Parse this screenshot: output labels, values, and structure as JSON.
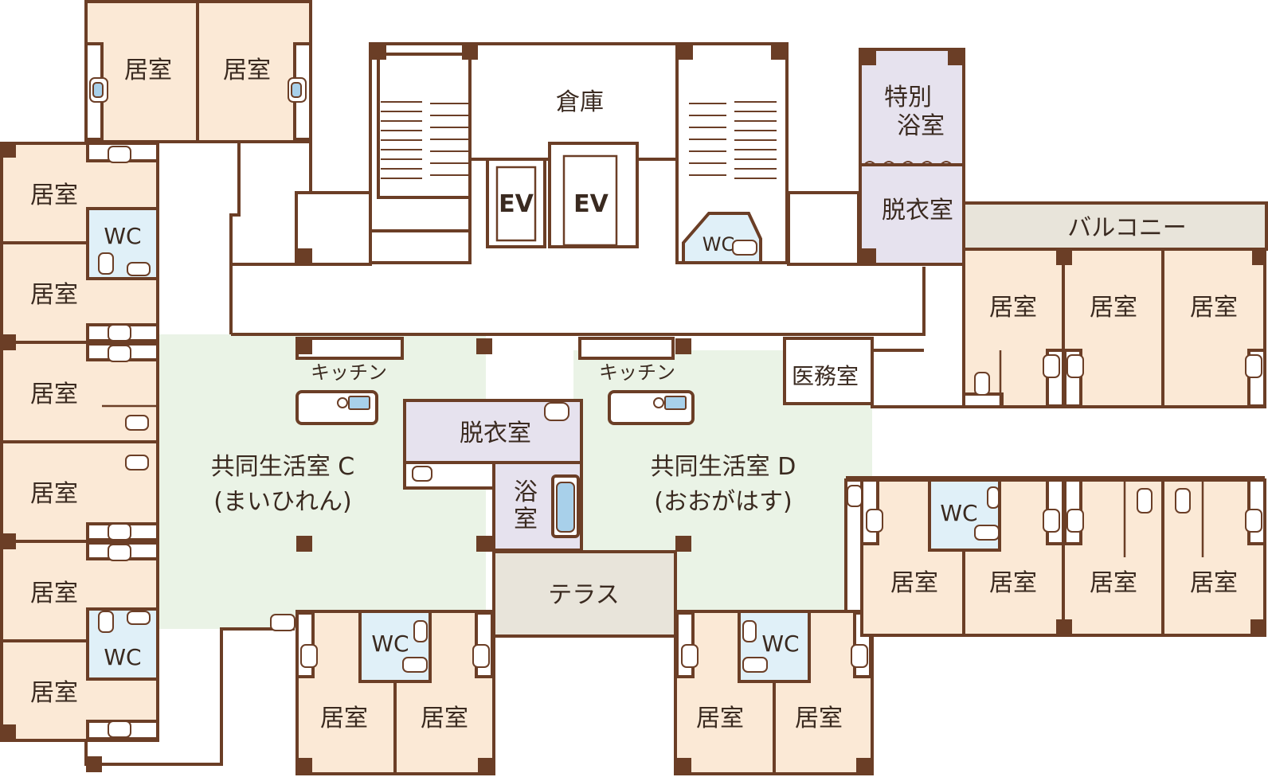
{
  "rooms": {
    "bedroom": "居室",
    "wc": "WC",
    "storage": "倉庫",
    "ev": "EV",
    "special_bath_line1": "特別",
    "special_bath_line2": "浴室",
    "dressing": "脱衣室",
    "balcony": "バルコニー",
    "kitchen": "キッチン",
    "medical": "医務室",
    "bath_line1": "浴",
    "bath_line2": "室",
    "terrace": "テラス",
    "common_c_line1": "共同生活室 C",
    "common_c_line2": "(まいひれん)",
    "common_d_line1": "共同生活室 D",
    "common_d_line2": "(おおがはす)"
  },
  "colors": {
    "bedroom": "#fbe9d6",
    "bath": "#e6e2ee",
    "wc": "#e0f0f8",
    "common": "#eaf3e6",
    "terrace": "#e8e4da",
    "wall": "#6b3e26"
  }
}
